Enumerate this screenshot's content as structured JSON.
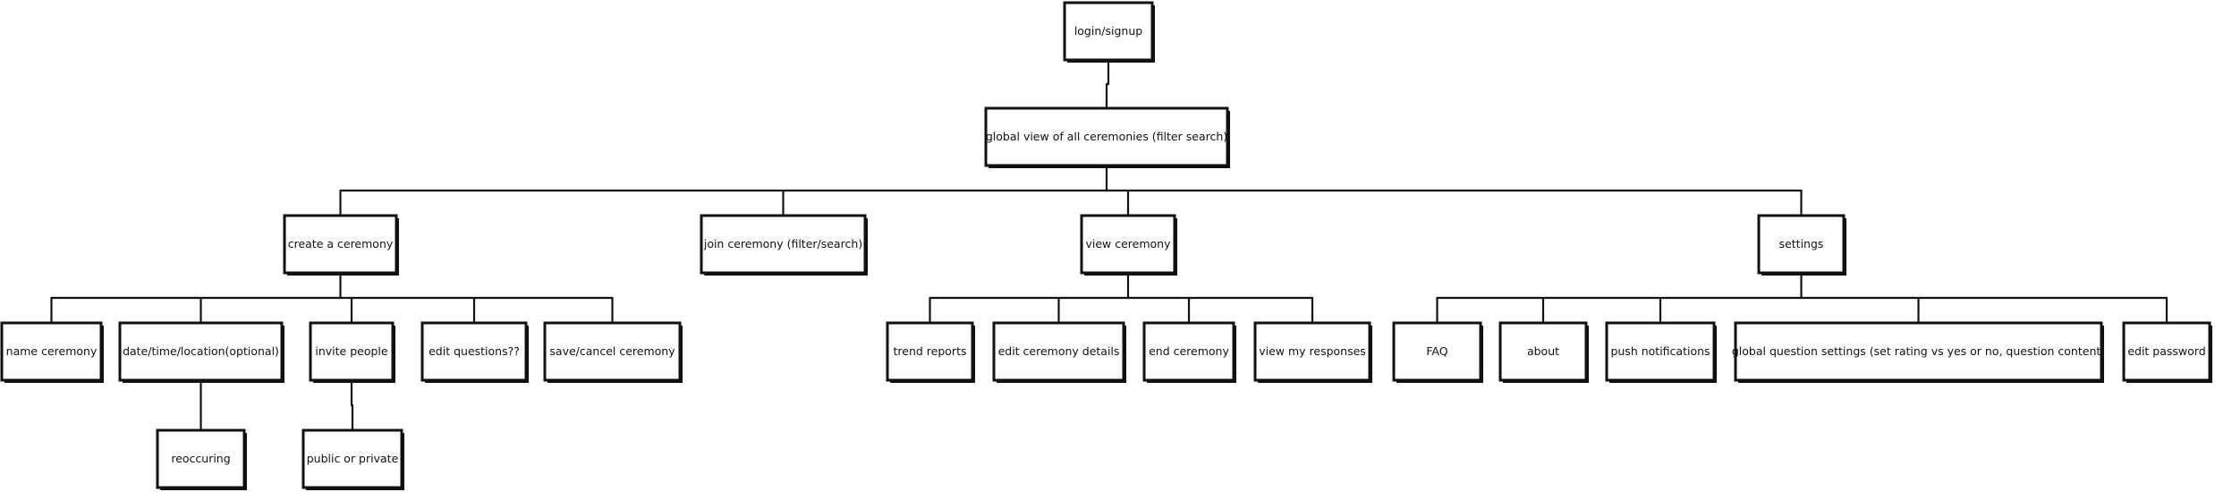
{
  "colors": {
    "ink": "#111111",
    "background": "#ffffff"
  },
  "nodes": [
    {
      "id": "login",
      "label": "login/signup"
    },
    {
      "id": "global",
      "label": "global view of all ceremonies (filter search)"
    },
    {
      "id": "create",
      "label": "create a ceremony"
    },
    {
      "id": "join",
      "label": "join ceremony (filter/search)"
    },
    {
      "id": "view",
      "label": "view ceremony"
    },
    {
      "id": "settings",
      "label": "settings"
    },
    {
      "id": "name",
      "label": "name ceremony"
    },
    {
      "id": "datetime",
      "label": "date/time/location(optional)"
    },
    {
      "id": "invite",
      "label": "invite people"
    },
    {
      "id": "editq",
      "label": "edit questions??"
    },
    {
      "id": "savecancel",
      "label": "save/cancel ceremony"
    },
    {
      "id": "reoccuring",
      "label": "reoccuring"
    },
    {
      "id": "public",
      "label": "public or private"
    },
    {
      "id": "trend",
      "label": "trend reports"
    },
    {
      "id": "editdetails",
      "label": "edit ceremony details"
    },
    {
      "id": "end",
      "label": "end ceremony"
    },
    {
      "id": "responses",
      "label": "view my responses"
    },
    {
      "id": "faq",
      "label": "FAQ"
    },
    {
      "id": "about",
      "label": "about"
    },
    {
      "id": "push",
      "label": "push notifications"
    },
    {
      "id": "globalq",
      "label": "global question settings (set rating vs yes or no, question content)"
    },
    {
      "id": "password",
      "label": "edit password"
    }
  ],
  "edges": [
    [
      "login",
      "global"
    ],
    [
      "global",
      "create"
    ],
    [
      "global",
      "join"
    ],
    [
      "global",
      "view"
    ],
    [
      "global",
      "settings"
    ],
    [
      "create",
      "name"
    ],
    [
      "create",
      "datetime"
    ],
    [
      "create",
      "invite"
    ],
    [
      "create",
      "editq"
    ],
    [
      "create",
      "savecancel"
    ],
    [
      "datetime",
      "reoccuring"
    ],
    [
      "invite",
      "public"
    ],
    [
      "view",
      "trend"
    ],
    [
      "view",
      "editdetails"
    ],
    [
      "view",
      "end"
    ],
    [
      "view",
      "responses"
    ],
    [
      "settings",
      "faq"
    ],
    [
      "settings",
      "about"
    ],
    [
      "settings",
      "push"
    ],
    [
      "settings",
      "globalq"
    ],
    [
      "settings",
      "password"
    ]
  ]
}
